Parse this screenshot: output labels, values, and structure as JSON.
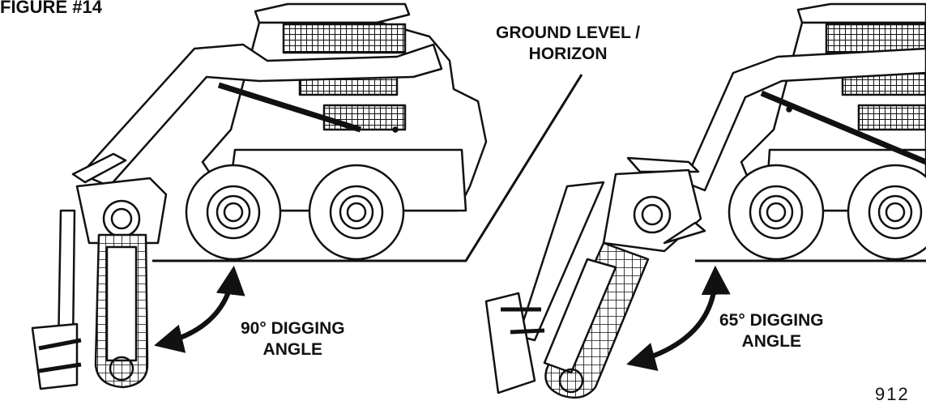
{
  "figure": {
    "title": "FIGURE #14",
    "drawing_number": "912"
  },
  "labels": {
    "ground_line1": "GROUND LEVEL /",
    "ground_line2": "HORIZON",
    "angle90_line1": "90°  DIGGING",
    "angle90_line2": "ANGLE",
    "angle65_line1": "65°  DIGGING",
    "angle65_line2": "ANGLE"
  },
  "illustrations": [
    {
      "subject": "skid steer loader with trencher",
      "digging_angle_degrees": 90
    },
    {
      "subject": "skid steer loader with trencher",
      "digging_angle_degrees": 65
    }
  ],
  "colors": {
    "ink": "#111111",
    "paper": "#ffffff"
  }
}
